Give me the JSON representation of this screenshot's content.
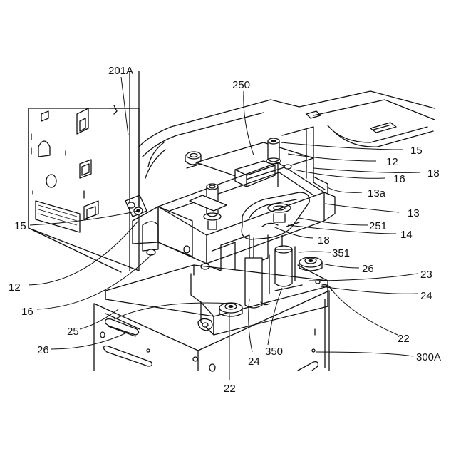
{
  "labels": {
    "l201A": "201A",
    "l250": "250",
    "l15a": "15",
    "l12a": "12",
    "l18a": "18",
    "l16a": "16",
    "l13a": "13a",
    "l13": "13",
    "l251": "251",
    "l14": "14",
    "l18b": "18",
    "l351": "351",
    "l26a": "26",
    "l23": "23",
    "l24a": "24",
    "l22a": "22",
    "l300A": "300A",
    "l15b": "15",
    "l12b": "12",
    "l16b": "16",
    "l25": "25",
    "l26b": "26",
    "l350": "350",
    "l24b": "24",
    "l22b": "22"
  }
}
